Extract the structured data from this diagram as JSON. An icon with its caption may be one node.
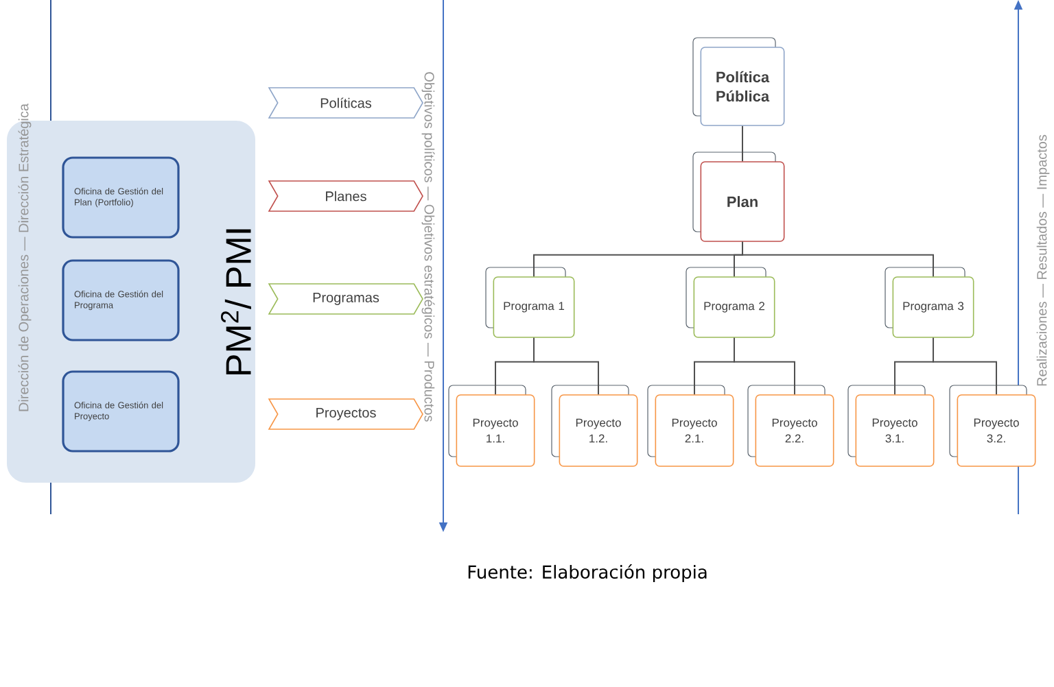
{
  "diagram": {
    "caption": "Fuente: Elaboración propia",
    "nodes": [
      {
        "text": [
          "PM$^{2}$/ PMI"
        ]
      },
      {
        "text": [
          "Oficina de Gestión del Plan (Portfolio)"
        ],
        "in": 0
      },
      {
        "text": [
          "Oficina de Gestión del Programa"
        ],
        "in": 0
      },
      {
        "text": [
          "Oficina de Gestión del Proyecto"
        ],
        "in": 0
      },
      {
        "text": [
          "Políticas"
        ]
      },
      {
        "text": [
          "Planes"
        ]
      },
      {
        "text": [
          "Programas"
        ]
      },
      {
        "text": [
          "Proyectos"
        ]
      },
      {
        "text": [
          "Política Pública"
        ]
      },
      {
        "text": [
          "Plan"
        ]
      },
      {
        "text": [
          "Programa 1"
        ]
      },
      {
        "text": [
          "Programa 2"
        ]
      },
      {
        "text": [
          "Programa 3"
        ]
      },
      {
        "text": [
          "Proyecto 1.1."
        ]
      },
      {
        "text": [
          "Proyecto 1.2."
        ]
      },
      {
        "text": [
          "Proyecto 2.1."
        ]
      },
      {
        "text": [
          "Proyecto 2.2."
        ]
      },
      {
        "text": [
          "Proyecto 3.1."
        ]
      },
      {
        "text": [
          "Proyecto 3.2."
        ]
      }
    ],
    "edges": [
      {
        "from": 8,
        "to": 9,
        "arrow": "none"
      },
      {
        "from": 9,
        "to": 10,
        "arrow": "none"
      },
      {
        "from": 9,
        "to": 11,
        "arrow": "none"
      },
      {
        "from": 9,
        "to": 12,
        "arrow": "none"
      },
      {
        "from": 10,
        "to": 13,
        "arrow": "none"
      },
      {
        "from": 10,
        "to": 14,
        "arrow": "none"
      },
      {
        "from": 11,
        "to": 15,
        "arrow": "none"
      },
      {
        "from": 11,
        "to": 16,
        "arrow": "none"
      },
      {
        "from": 12,
        "to": 17,
        "arrow": "none"
      },
      {
        "from": 12,
        "to": 18,
        "arrow": "none"
      }
    ],
    "labels": [
      "Dirección de Operaciones — Dirección Estratégica",
      "Objetivos políticos — Objetivos estratégicos — Productos",
      "Realizaciones — Resultados — Impactos"
    ]
  }
}
